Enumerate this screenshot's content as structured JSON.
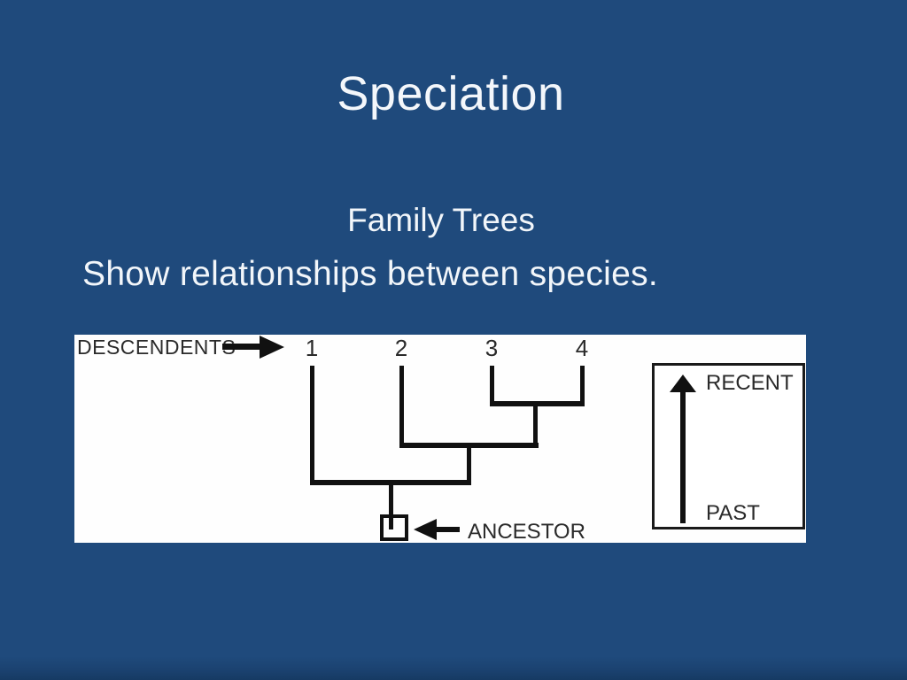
{
  "slide": {
    "title": "Speciation",
    "subtitle": "Family Trees",
    "body_text": "Show relationships between species.",
    "colors": {
      "background": "#1F4A7C",
      "background_bottom_edge": "#163A63",
      "text": "#F2F6FA"
    }
  },
  "figure": {
    "descendents_label": "DESCENDENTS",
    "species_labels": [
      "1",
      "2",
      "3",
      "4"
    ],
    "ancestor_label": "ANCESTOR",
    "time_axis": {
      "top_label": "RECENT",
      "bottom_label": "PAST"
    },
    "topology": "(1,(2,(3,4)))ancestor",
    "colors": {
      "background": "#FEFEFE",
      "line": "#111111",
      "label": "#2A2A2A"
    }
  }
}
